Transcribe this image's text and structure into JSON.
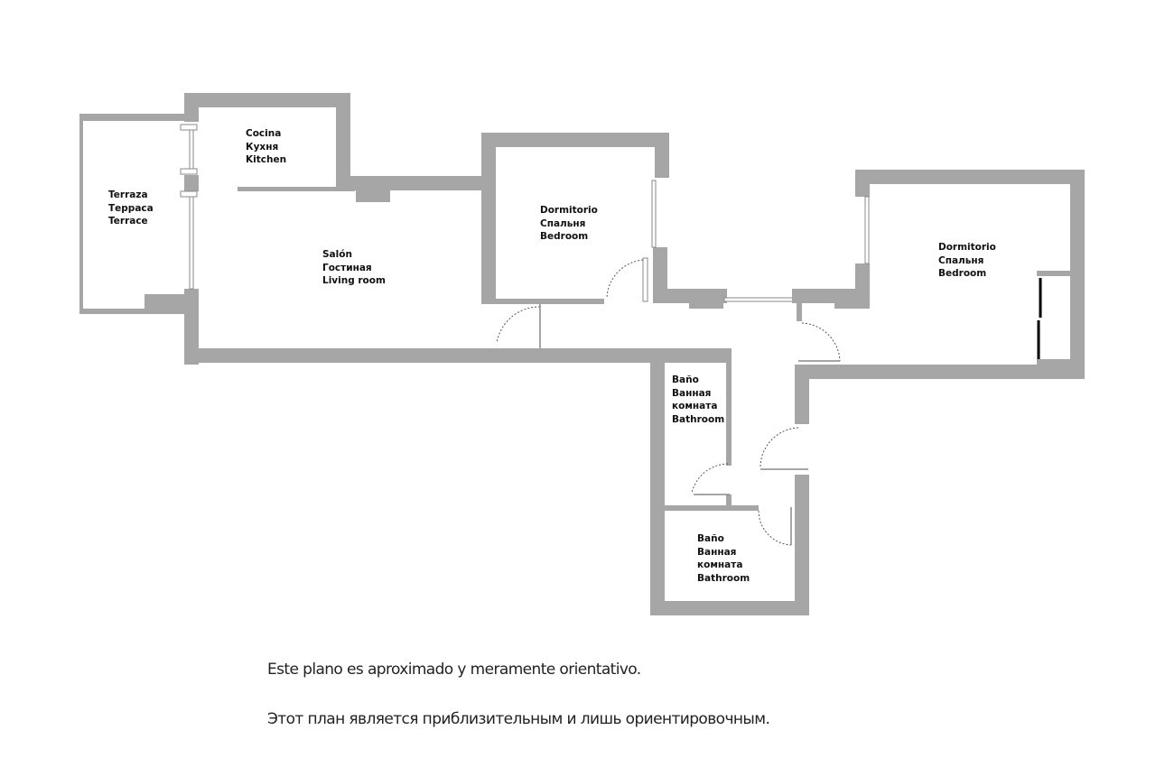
{
  "floor_plan": {
    "wall_color": "#a6a6a6",
    "rooms": [
      {
        "id": "terrace",
        "lines": [
          "Terraza",
          "Терраса",
          "Terrace"
        ]
      },
      {
        "id": "kitchen",
        "lines": [
          "Cocina",
          "Кухня",
          "Kitchen"
        ]
      },
      {
        "id": "living-room",
        "lines": [
          "Salón",
          "Гостиная",
          "Living room"
        ]
      },
      {
        "id": "bedroom-1",
        "lines": [
          "Dormitorio",
          "Спальня",
          "Bedroom"
        ]
      },
      {
        "id": "bedroom-2",
        "lines": [
          "Dormitorio",
          "Спальня",
          "Bedroom"
        ]
      },
      {
        "id": "bathroom-1",
        "lines": [
          "Baño",
          "Ванная",
          "комната",
          "Bathroom"
        ]
      },
      {
        "id": "bathroom-2",
        "lines": [
          "Baño",
          "Ванная",
          "комната",
          "Bathroom"
        ]
      }
    ]
  },
  "disclaimer": {
    "es": "Este plano es aproximado y meramente orientativo.",
    "ru": "Этот план является приблизительным и лишь ориентировочным."
  }
}
